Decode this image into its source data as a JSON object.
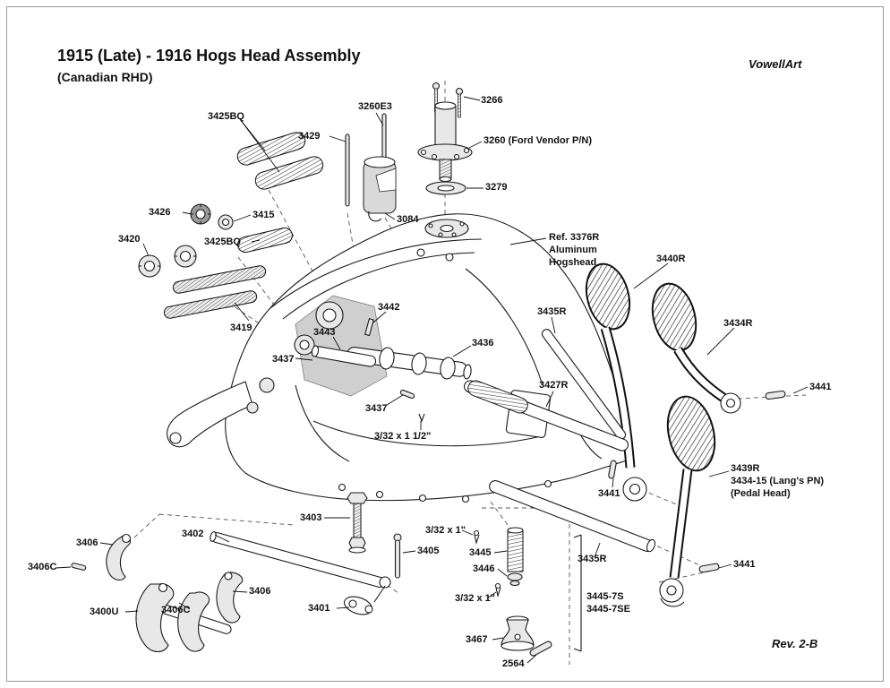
{
  "page": {
    "title": "1915 (Late) - 1916 Hogs Head Assembly",
    "subtitle": "(Canadian RHD)",
    "brand": "VowellArt",
    "revision": "Rev. 2-B"
  },
  "colors": {
    "background": "#ffffff",
    "line": "#1a1a1a"
  },
  "labels": [
    {
      "text": "3425BQ"
    },
    {
      "text": "3429"
    },
    {
      "text": "3260E3"
    },
    {
      "text": "3266"
    },
    {
      "text": "3260 (Ford Vendor P/N)"
    },
    {
      "text": "3279"
    },
    {
      "text": "3426"
    },
    {
      "text": "3415"
    },
    {
      "text": "3084"
    },
    {
      "text": "3420"
    },
    {
      "text": "3425BQ"
    },
    {
      "text": "Ref. 3376R\nAluminum\nHogshead"
    },
    {
      "text": "3440R"
    },
    {
      "text": "3435R"
    },
    {
      "text": "3434R"
    },
    {
      "text": "3419"
    },
    {
      "text": "3442"
    },
    {
      "text": "3443"
    },
    {
      "text": "3436"
    },
    {
      "text": "3437"
    },
    {
      "text": "3427R"
    },
    {
      "text": "3441"
    },
    {
      "text": "3437"
    },
    {
      "text": "3/32 x 1 1/2\""
    },
    {
      "text": "3439R\n3434-15 (Lang's PN)\n(Pedal Head)"
    },
    {
      "text": "3441"
    },
    {
      "text": "3403"
    },
    {
      "text": "3402"
    },
    {
      "text": "3406"
    },
    {
      "text": "3/32 x 1\""
    },
    {
      "text": "3405"
    },
    {
      "text": "3445"
    },
    {
      "text": "3435R"
    },
    {
      "text": "3406C"
    },
    {
      "text": "3446"
    },
    {
      "text": "3441"
    },
    {
      "text": "3406"
    },
    {
      "text": "3/32 x 1\""
    },
    {
      "text": "3400U"
    },
    {
      "text": "3406C"
    },
    {
      "text": "3401"
    },
    {
      "text": "3445-7S\n3445-7SE"
    },
    {
      "text": "3467"
    },
    {
      "text": "2564"
    }
  ]
}
